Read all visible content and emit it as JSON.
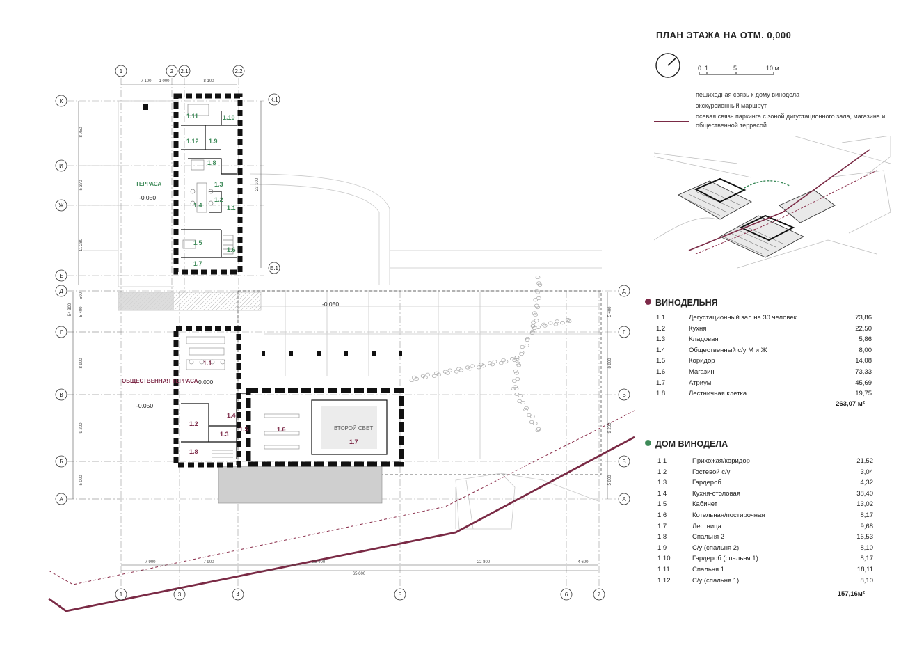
{
  "title": "ПЛАН ЭТАЖА НА ОТМ. 0,000",
  "scale_labels": [
    "0",
    "1",
    "5",
    "10 м"
  ],
  "legend": [
    {
      "text": "пешиходная связь к дому винодела",
      "color": "#3c8a5a",
      "style": "dashed"
    },
    {
      "text": "экскурсионный маршрут",
      "color": "#8a2d4a",
      "style": "dashed"
    },
    {
      "text": "осевая связь паркинга с зоной дигустационного зала, магазина и общественной террасой",
      "color": "#7a2a45",
      "style": "solid"
    }
  ],
  "colors": {
    "winery": "#7d2a48",
    "house": "#3d8a58",
    "walls": "#111111",
    "grid": "#888888"
  },
  "winery": {
    "heading": "ВИНОДЕЛЬНЯ",
    "rooms": [
      {
        "num": "1.1",
        "name": "Дегустационный зал на 30 человек",
        "area": "73,86"
      },
      {
        "num": "1.2",
        "name": "Кухня",
        "area": "22,50"
      },
      {
        "num": "1.3",
        "name": "Кладовая",
        "area": "5,86"
      },
      {
        "num": "1.4",
        "name": "Общественный с/у М и Ж",
        "area": "8,00"
      },
      {
        "num": "1.5",
        "name": "Коридор",
        "area": "14,08"
      },
      {
        "num": "1.6",
        "name": "Магазин",
        "area": "73,33"
      },
      {
        "num": "1.7",
        "name": "Атриум",
        "area": "45,69"
      },
      {
        "num": "1.8",
        "name": "Лестничная клетка",
        "area": "19,75"
      }
    ],
    "total": "263,07 м²"
  },
  "house": {
    "heading": "ДОМ ВИНОДЕЛА",
    "rooms": [
      {
        "num": "1.1",
        "name": "Прихожая/коридор",
        "area": "21,52"
      },
      {
        "num": "1.2",
        "name": "Гостевой с/у",
        "area": "3,04"
      },
      {
        "num": "1.3",
        "name": "Гардероб",
        "area": "4,32"
      },
      {
        "num": "1.4",
        "name": "Кухня-столовая",
        "area": "38,40"
      },
      {
        "num": "1.5",
        "name": "Кабинет",
        "area": "13,02"
      },
      {
        "num": "1.6",
        "name": "Котельная/постирочная",
        "area": "8,17"
      },
      {
        "num": "1.7",
        "name": "Лестница",
        "area": "9,68"
      },
      {
        "num": "1.8",
        "name": "Спальня 2",
        "area": "16,53"
      },
      {
        "num": "1.9",
        "name": "С/у (спальня 2)",
        "area": "8,10"
      },
      {
        "num": "1.10",
        "name": "Гардероб (спальня 1)",
        "area": "8,17"
      },
      {
        "num": "1.11",
        "name": "Спальня 1",
        "area": "18,11"
      },
      {
        "num": "1.12",
        "name": "С/у (спальня 1)",
        "area": "8,10"
      }
    ],
    "total": "157,16м²"
  },
  "plan": {
    "axes_top": [
      "1",
      "2",
      "2.1",
      "2.2"
    ],
    "axes_bottom": [
      "1",
      "3",
      "4",
      "5",
      "6",
      "7"
    ],
    "axes_left": [
      "К",
      "И",
      "Ж",
      "Е",
      "Д",
      "Г",
      "В",
      "Б",
      "А"
    ],
    "axes_right_upper": [
      "К.1",
      "Е.1"
    ],
    "axes_right": [
      "Д",
      "Г",
      "В",
      "Б",
      "А"
    ],
    "dims_top": [
      "7 100",
      "1 000",
      "8 100"
    ],
    "dims_bottom": [
      "7 900",
      "7 900",
      "22 400",
      "22 800",
      "4 600"
    ],
    "dim_bottom_total": "65 600",
    "dims_left_upper": [
      "8 750",
      "5 370",
      "11 280"
    ],
    "dim_left_total": "54 300",
    "dims_left_lower": [
      "500",
      "5 400",
      "8 900",
      "9 200",
      "5 000"
    ],
    "dims_right": [
      "5 400",
      "8 800",
      "9 200",
      "5 000"
    ],
    "dim_right_upper": "23 100",
    "house_labels": [
      "1.11",
      "1.10",
      "1.12",
      "1.9",
      "1.8",
      "1.3",
      "1.2",
      "1.4",
      "1.1",
      "1.5",
      "1.6",
      "1.7"
    ],
    "winery_labels": [
      "1.1",
      "1.2",
      "1.4",
      "1.3",
      "1.5",
      "1.8",
      "1.6",
      "1.7"
    ],
    "terrace_label": "ТЕРРАСА",
    "terrace_level": "-0.050",
    "public_terrace_label": "ОБЩЕСТВЕННАЯ ТЕРРАСА",
    "public_terrace_level": "-0.050",
    "hall_level": "0.000",
    "court_level": "-0.050",
    "second_light": "ВТОРОЙ СВЕТ"
  }
}
